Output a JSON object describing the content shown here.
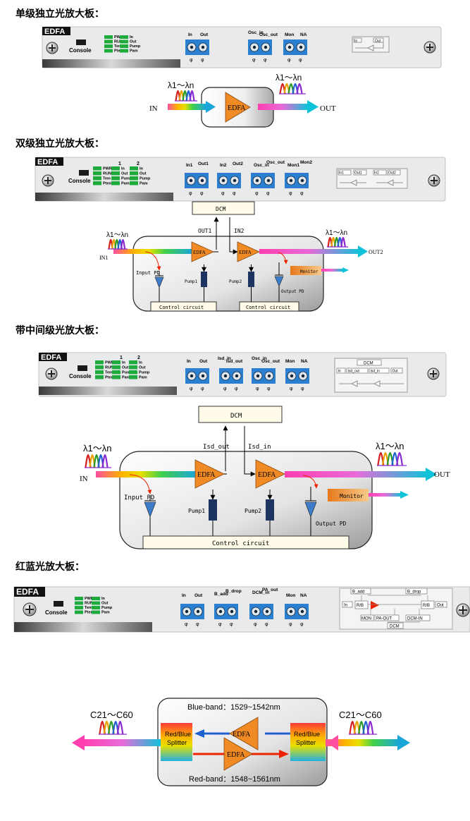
{
  "sections": {
    "single": {
      "heading": "单级独立光放大板：",
      "panel": {
        "badge": "EDFA",
        "console": "Console",
        "leds": [
          "PWR",
          "RUN",
          "Tem",
          "Ptem"
        ],
        "leds2": [
          "In",
          "Out",
          "Pump",
          "Pam"
        ],
        "ports": [
          "In",
          "Out",
          "Osc_in",
          "Osc_out",
          "Mon",
          "NA"
        ],
        "mini": [
          "In",
          "Out"
        ]
      },
      "diagram": {
        "lambda_in": "λ1～λn",
        "lambda_out": "λ1～λn",
        "in": "IN",
        "out": "OUT",
        "amp": "EDFA"
      }
    },
    "dual": {
      "heading": "双级独立光放大板：",
      "panel": {
        "badge": "EDFA",
        "console": "Console",
        "stage1": "1",
        "stage2": "2",
        "leds": [
          "PWR",
          "RUN",
          "Tem",
          "Ptem"
        ],
        "leds1": [
          "In",
          "Out",
          "Pump",
          "Pam"
        ],
        "leds2": [
          "In",
          "Out",
          "Pump",
          "Pam"
        ],
        "ports": [
          "In1",
          "Out1",
          "In2",
          "Out2",
          "Osc_in",
          "Osc_out",
          "Mon1",
          "Mon2"
        ],
        "mini": [
          "In1",
          "Out1",
          "In2",
          "Out2"
        ]
      },
      "diagram": {
        "dcm": "DCM",
        "out1": "OUT1",
        "in2": "IN2",
        "lambda_in": "λ1～λn",
        "lambda_out": "λ1～λn",
        "in": "IN1",
        "out": "OUT2",
        "amp1": "EDFA",
        "amp2": "EDFA",
        "input_pd": "Input PD",
        "output_pd": "Output PD",
        "pump1": "Pump1",
        "pump2": "Pump2",
        "monitor": "Monitor",
        "ctrl1": "Control circuit",
        "ctrl2": "Control circuit"
      }
    },
    "mid": {
      "heading": "带中间级光放大板：",
      "panel": {
        "badge": "EDFA",
        "console": "Console",
        "stage1": "1",
        "stage2": "2",
        "leds": [
          "PWR",
          "RUN",
          "Tem",
          "Ptem"
        ],
        "leds1": [
          "In",
          "Out",
          "Pump",
          "Pam"
        ],
        "leds2": [
          "In",
          "Out",
          "Pump",
          "Pam"
        ],
        "ports": [
          "In",
          "Out",
          "Isd_in",
          "Isd_out",
          "Osc_in",
          "Osc_out",
          "Mon",
          "NA"
        ],
        "mini_dcm": "DCM",
        "mini": [
          "In",
          "Isd_out",
          "Isd_in",
          "Out"
        ]
      },
      "diagram": {
        "dcm": "DCM",
        "isd_out": "Isd_out",
        "isd_in": "Isd_in",
        "lambda_in": "λ1～λn",
        "lambda_out": "λ1～λn",
        "in": "IN",
        "out": "OUT",
        "amp1": "EDFA",
        "amp2": "EDFA",
        "input_pd": "Input PD",
        "output_pd": "Output PD",
        "pump1": "Pump1",
        "pump2": "Pump2",
        "monitor": "Monitor",
        "ctrl": "Control circuit"
      }
    },
    "redblue": {
      "heading": "红蓝光放大板：",
      "panel": {
        "badge": "EDFA",
        "console": "Console",
        "leds": [
          "PWR",
          "RUN",
          "Tem",
          "Ptem"
        ],
        "leds2": [
          "In",
          "Out",
          "Pump",
          "Pam"
        ],
        "ports": [
          "In",
          "Out",
          "B_add",
          "B_drop",
          "DCM_in",
          "PA_out",
          "Mon",
          "NA"
        ],
        "mini": {
          "b_add": "B_add",
          "b_drop": "B_drop",
          "in": "In",
          "rb1": "R/B",
          "rb2": "R/B",
          "out": "Out",
          "mon": "MON",
          "pa_out": "PA-OUT",
          "dcm_in": "DCM-IN",
          "dcm": "DCM"
        }
      },
      "diagram": {
        "blue_band": "Blue-band：1529~1542nm",
        "red_band": "Red-band：1548~1561nm",
        "c_left": "C21～C60",
        "c_right": "C21～C60",
        "splitter_l1": "Red/Blue",
        "splitter_l2": "Splitter",
        "splitter_r1": "Red/Blue",
        "splitter_r2": "Splitter",
        "amp1": "EDFA",
        "amp2": "EDFA"
      }
    }
  },
  "colors": {
    "amp": "#f08a24",
    "led": "#1faa3c",
    "port": "#2a7fd0",
    "panel": "#e9eaeb",
    "monitor": "#e8791a",
    "pump": "#1d3461",
    "pd": "#3d7cc9",
    "box_fill": "#fffbe8"
  }
}
